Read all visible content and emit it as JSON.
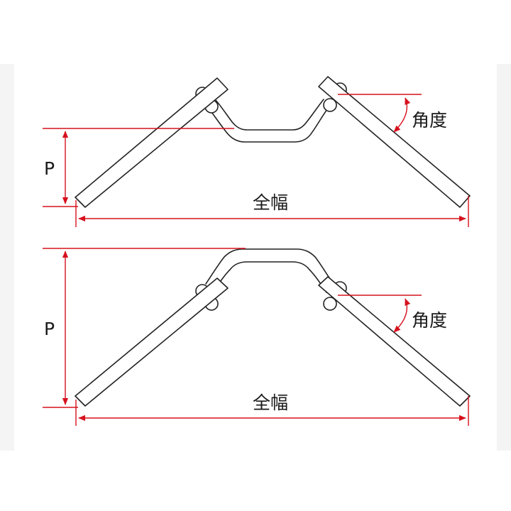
{
  "colors": {
    "dimension_line": "#d6101c",
    "outline": "#222222",
    "frame": "#f3f3f3"
  },
  "diagrams": [
    {
      "kind": "low-rise handlebar",
      "p_label": "P",
      "width_label": "全幅",
      "angle_label": "角度"
    },
    {
      "kind": "high-rise handlebar",
      "p_label": "P",
      "width_label": "全幅",
      "angle_label": "角度"
    }
  ]
}
